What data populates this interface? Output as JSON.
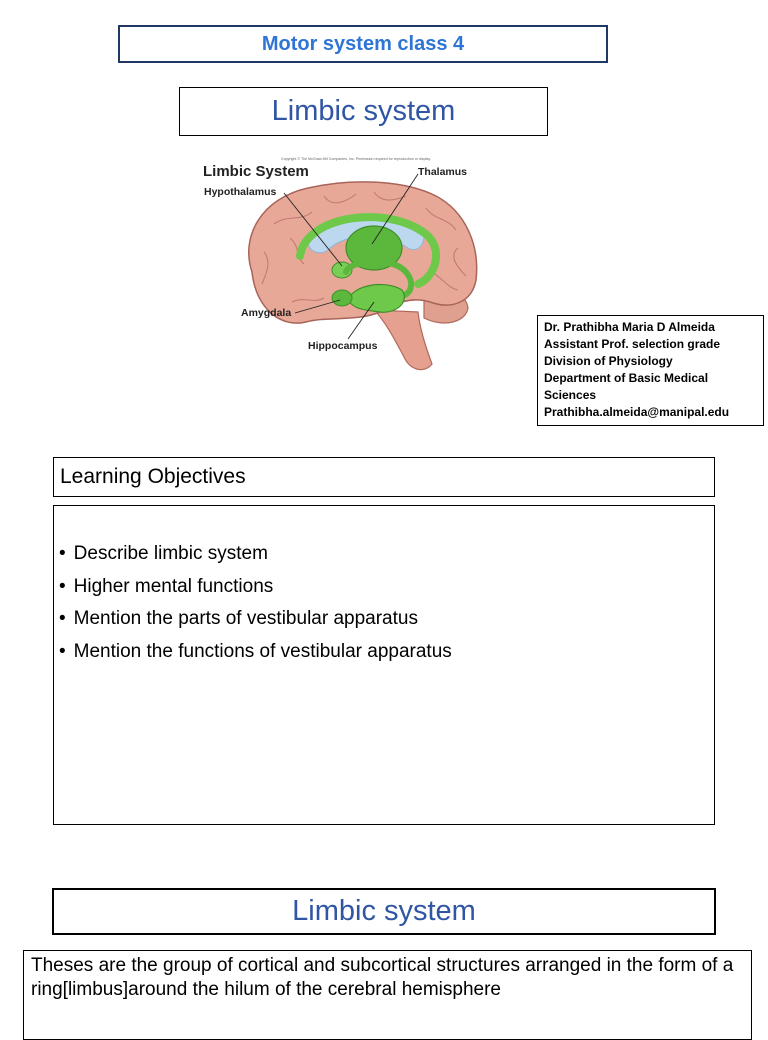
{
  "header": {
    "class_title": "Motor system class 4"
  },
  "slide1": {
    "title": "Limbic system"
  },
  "figure": {
    "copyright": "Copyright © The McGraw-Hill Companies, Inc. Permission required for reproduction or display.",
    "title": "Limbic System",
    "labels": {
      "hypothalamus": "Hypothalamus",
      "thalamus": "Thalamus",
      "amygdala": "Amygdala",
      "hippocampus": "Hippocampus"
    },
    "colors": {
      "cortex": "#e8a898",
      "limbic": "#6ec84a",
      "ventricle": "#bcd8ee"
    }
  },
  "author": {
    "name": "Dr. Prathibha Maria D Almeida",
    "designation": "Assistant Prof. selection grade",
    "division": "Division of Physiology",
    "department_line1": "Department of Basic Medical",
    "department_line2": "Sciences",
    "email": "Prathibha.almeida@manipal.edu"
  },
  "learning_objectives": {
    "heading": "Learning Objectives",
    "items": [
      "Describe limbic system",
      "Higher mental functions",
      "Mention the parts of vestibular apparatus",
      "Mention the functions of vestibular apparatus"
    ]
  },
  "slide2": {
    "title": "Limbic system",
    "definition": "Theses are the group of cortical and subcortical structures arranged in the form of a ring[limbus]around the hilum of the cerebral hemisphere"
  }
}
